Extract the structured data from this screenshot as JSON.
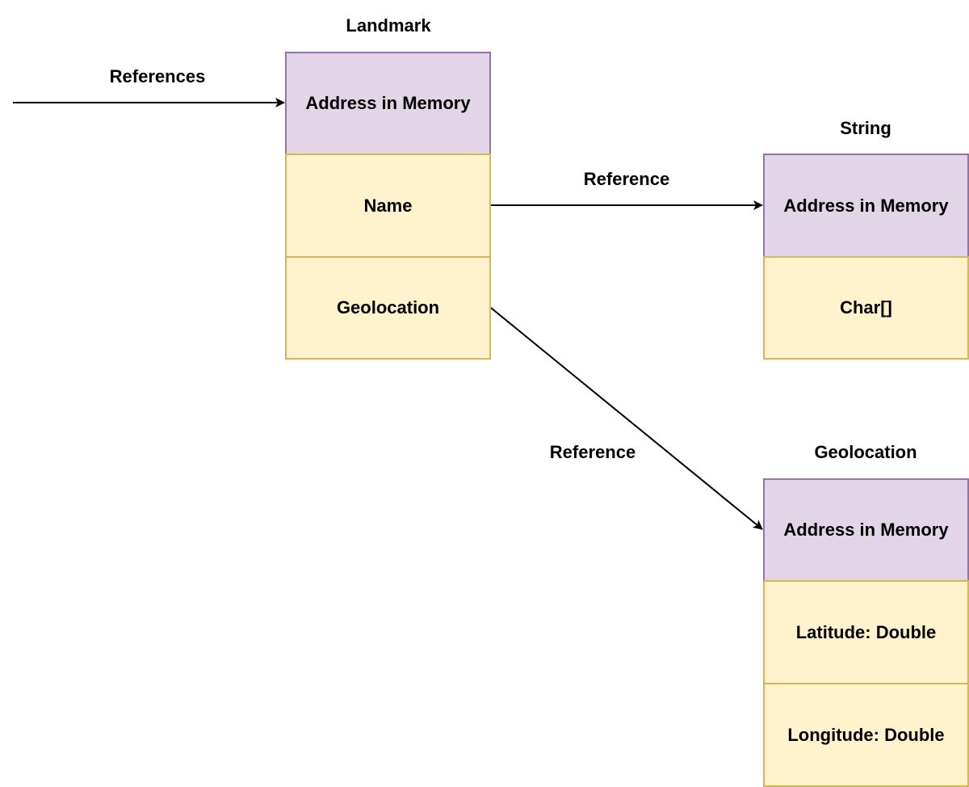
{
  "colors": {
    "header_fill": "#e1d5e7",
    "header_border": "#9673a6",
    "field_fill": "#fff2cc",
    "field_border": "#d6b656",
    "edge": "#000000"
  },
  "edge_labels": {
    "incoming": "References",
    "landmark_to_string": "Reference",
    "landmark_to_geolocation": "Reference"
  },
  "landmark": {
    "title": "Landmark",
    "header": "Address in Memory",
    "fields": [
      "Name",
      "Geolocation"
    ]
  },
  "string": {
    "title": "String",
    "header": "Address in Memory",
    "fields": [
      "Char[]"
    ]
  },
  "geolocation": {
    "title": "Geolocation",
    "header": "Address in Memory",
    "fields": [
      "Latitude: Double",
      "Longitude: Double"
    ]
  }
}
